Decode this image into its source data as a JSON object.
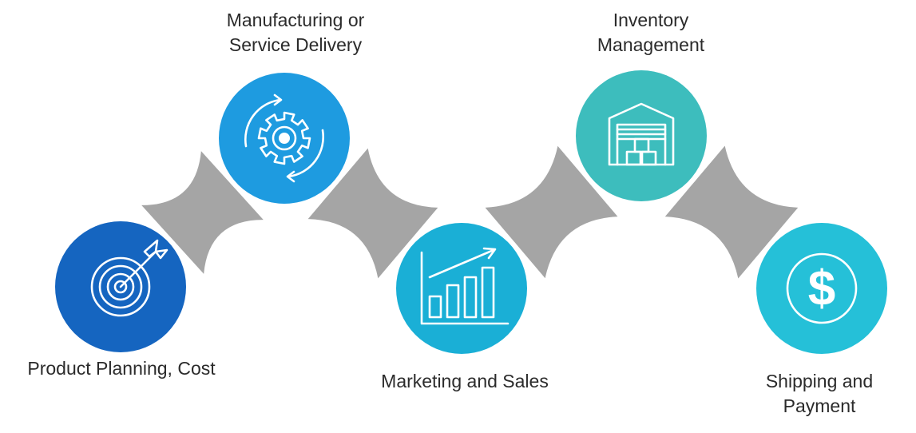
{
  "steps": [
    {
      "label_lines": [
        "Product Planning, Cost"
      ],
      "icon": "target-arrow-icon",
      "color": "#1565C0"
    },
    {
      "label_lines": [
        "Manufacturing or",
        "Service Delivery"
      ],
      "icon": "gear-cycle-icon",
      "color": "#1E9BE0"
    },
    {
      "label_lines": [
        "Marketing and Sales"
      ],
      "icon": "bar-chart-growth-icon",
      "color": "#1AAFD6"
    },
    {
      "label_lines": [
        "Inventory",
        "Management"
      ],
      "icon": "warehouse-icon",
      "color": "#3DBDBD"
    },
    {
      "label_lines": [
        "Shipping and",
        "Payment"
      ],
      "icon": "dollar-icon",
      "color": "#25C0D8"
    }
  ],
  "connector_color": "#A5A5A5"
}
